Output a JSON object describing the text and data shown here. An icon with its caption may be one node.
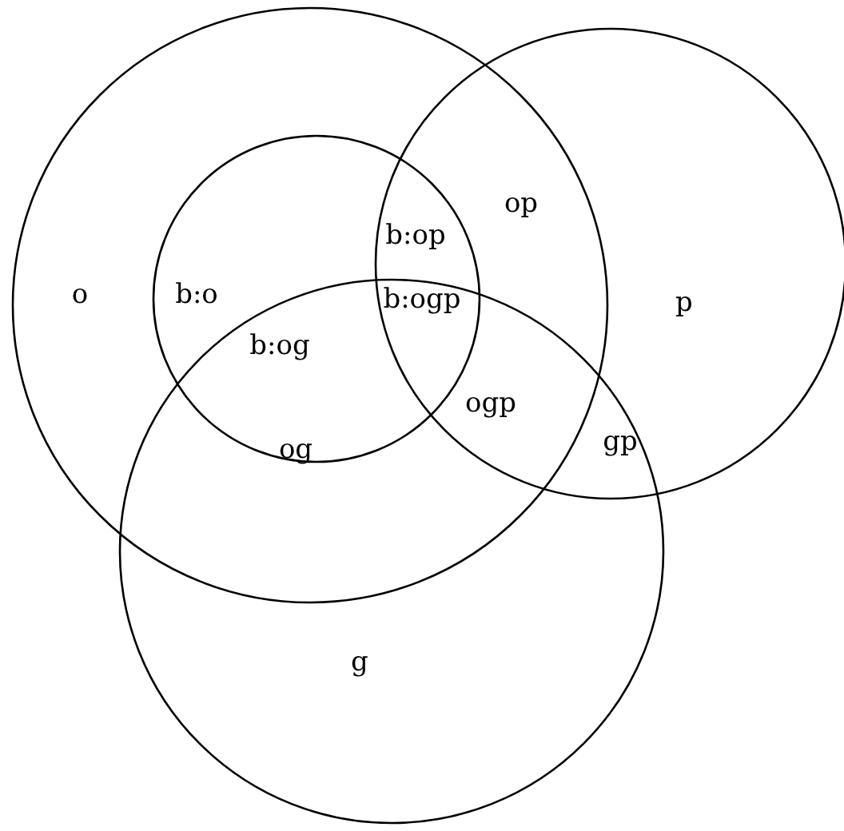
{
  "diagram": {
    "labels": [
      "op",
      "b:op",
      "o",
      "b:o",
      "b:ogp",
      "p",
      "b:og",
      "ogp",
      "gp",
      "og",
      "g"
    ]
  }
}
